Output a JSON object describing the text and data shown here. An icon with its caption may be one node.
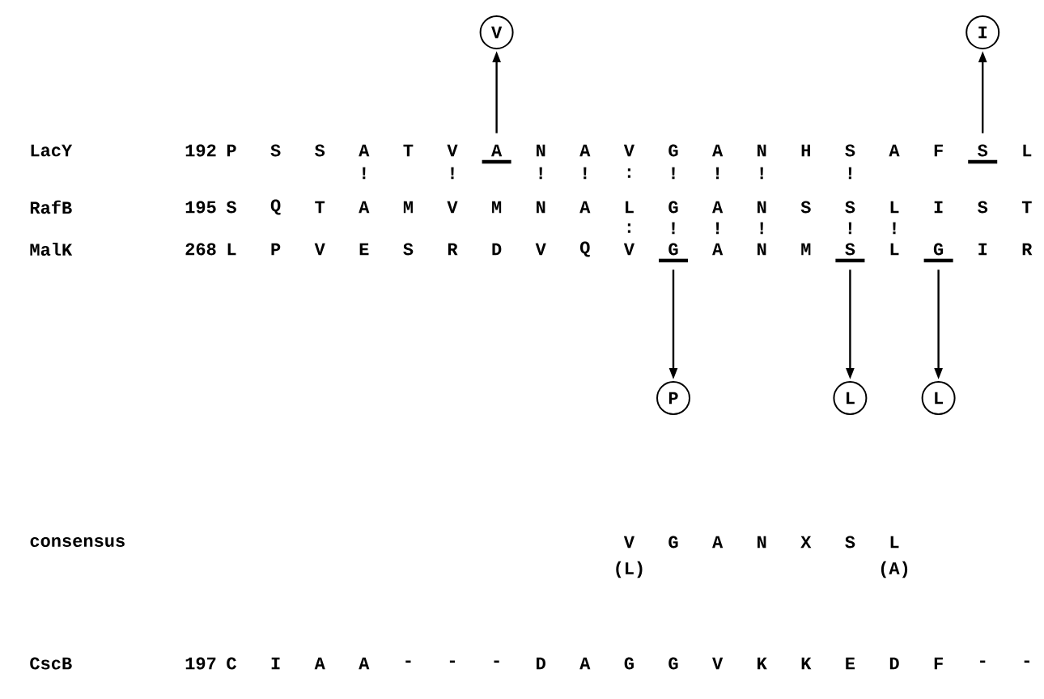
{
  "diagram": {
    "nodes": [
      {
        "text": [
          "V"
        ]
      },
      {
        "text": [
          "I"
        ]
      },
      {
        "text": [
          "A"
        ]
      },
      {
        "text": [
          "S"
        ]
      },
      {
        "text": [
          "G"
        ]
      },
      {
        "text": [
          "S"
        ]
      },
      {
        "text": [
          "G"
        ]
      },
      {
        "text": [
          "P"
        ]
      },
      {
        "text": [
          "L"
        ]
      },
      {
        "text": [
          "L"
        ]
      }
    ],
    "edges": [
      {
        "from": 2,
        "to": 0,
        "arrow": "to"
      },
      {
        "from": 3,
        "to": 1,
        "arrow": "to"
      },
      {
        "from": 4,
        "to": 7,
        "arrow": "to"
      },
      {
        "from": 5,
        "to": 8,
        "arrow": "to"
      },
      {
        "from": 6,
        "to": 9,
        "arrow": "to"
      }
    ],
    "labels": [
      "LacY",
      "192",
      "P",
      "S",
      "S",
      "A",
      "T",
      "V",
      "N",
      "A",
      "V",
      "G",
      "A",
      "N",
      "H",
      "S",
      "A",
      "F",
      "L",
      "!",
      "!",
      "!",
      "!",
      ":",
      "!",
      "!",
      "!",
      "!",
      "RafB",
      "195",
      "S",
      "Q",
      "T",
      "A",
      "M",
      "V",
      "M",
      "N",
      "A",
      "L",
      "G",
      "A",
      "N",
      "S",
      "S",
      "L",
      "I",
      "S",
      "T",
      ":",
      "!",
      "!",
      "!",
      "!",
      "!",
      "MalK",
      "268",
      "L",
      "P",
      "V",
      "E",
      "S",
      "R",
      "D",
      "V",
      "Q",
      "V",
      "A",
      "N",
      "M",
      "L",
      "I",
      "R",
      "consensus",
      "V",
      "G",
      "A",
      "N",
      "X",
      "S",
      "L",
      "(L)",
      "(A)",
      "CscB",
      "197",
      "C",
      "I",
      "A",
      "A",
      "-",
      "-",
      "-",
      "D",
      "A",
      "G",
      "G",
      "V",
      "K",
      "K",
      "E",
      "D",
      "F",
      "-",
      "-"
    ]
  }
}
